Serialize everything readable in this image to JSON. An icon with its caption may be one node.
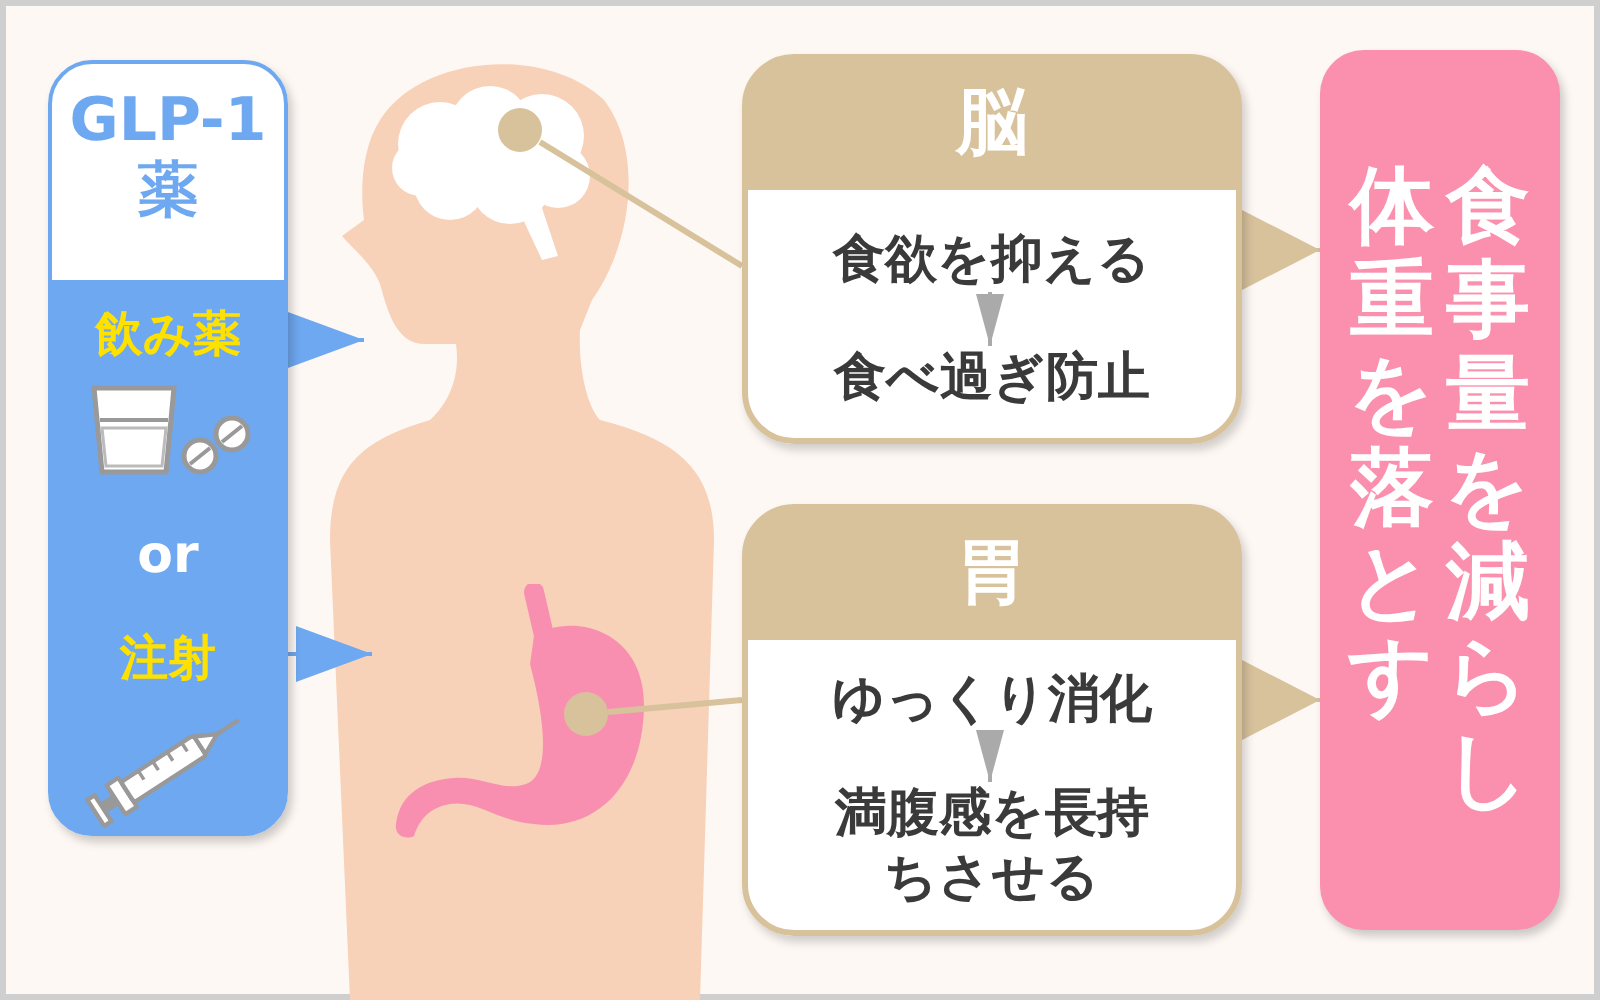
{
  "diagram": {
    "nodes": [
      {
        "text": [
          "GLP-1薬"
        ]
      },
      {
        "text": [
          "飲み薬"
        ],
        "in": 0
      },
      {
        "text": [
          "注射"
        ],
        "in": 0
      },
      {
        "text": [],
        "shape": "person"
      },
      {
        "text": [],
        "shape": "picture",
        "in": 3
      },
      {
        "text": [],
        "shape": "picture",
        "in": 3
      },
      {
        "text": [
          "脳"
        ]
      },
      {
        "text": [
          "食欲を抑える"
        ],
        "in": 6
      },
      {
        "text": [
          "食べ過ぎ防止"
        ],
        "in": 6
      },
      {
        "text": [
          "胃"
        ]
      },
      {
        "text": [
          "ゆっくり消化"
        ],
        "in": 9
      },
      {
        "text": [
          "満腹感を長持ちさせる"
        ],
        "in": 9
      },
      {
        "text": [
          "食事量を減らし体重を落とす"
        ]
      }
    ],
    "edges": [
      {
        "from": 1,
        "to": 3,
        "arrow": "to",
        "color": "#6ea8f0"
      },
      {
        "from": 2,
        "to": 3,
        "arrow": "to",
        "color": "#6ea8f0"
      },
      {
        "from": 6,
        "to": 4,
        "arrow": "none"
      },
      {
        "from": 9,
        "to": 5,
        "arrow": "none"
      },
      {
        "from": 7,
        "to": 8,
        "arrow": "to",
        "color": "#aaaaaa"
      },
      {
        "from": 10,
        "to": 11,
        "arrow": "to",
        "color": "#aaaaaa"
      },
      {
        "from": 6,
        "to": 12,
        "arrow": "to"
      },
      {
        "from": 9,
        "to": 12,
        "arrow": "to"
      }
    ],
    "labels": [
      "or"
    ]
  }
}
